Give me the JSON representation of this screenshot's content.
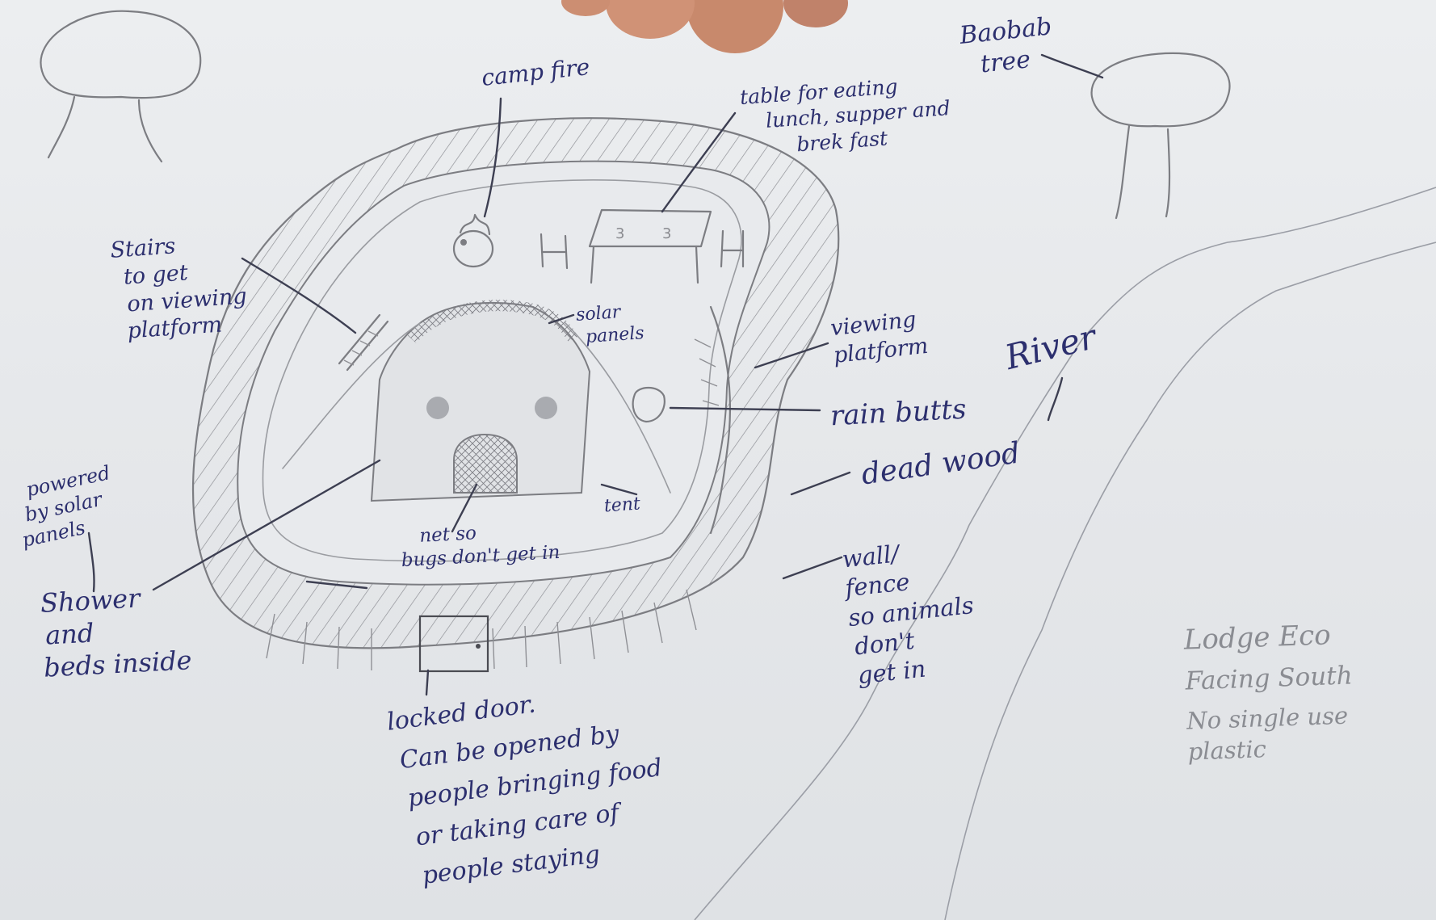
{
  "labels": {
    "campfire": "camp fire",
    "table": [
      "table for eating",
      "lunch, supper and",
      "brek fast"
    ],
    "baobab": [
      "Baobab",
      "tree"
    ],
    "stairs": [
      "Stairs",
      "to get",
      "on viewing",
      "platform"
    ],
    "solar_panels": [
      "solar",
      "panels"
    ],
    "viewing_platform": [
      "viewing",
      "platform"
    ],
    "river": "River",
    "rain_butts": "rain butts",
    "dead_wood": "dead wood",
    "powered": [
      "powered",
      "by solar",
      "panels"
    ],
    "tent": "tent",
    "net": [
      "net so",
      "bugs don't get in"
    ],
    "wall": [
      "wall/",
      "fence",
      "so animals",
      "don't",
      "get in"
    ],
    "shower": [
      "Shower",
      "and",
      "beds inside"
    ],
    "locked_door": [
      "locked door.",
      "Can be opened by",
      "people bringing food",
      "or taking care of",
      "people staying"
    ],
    "notes": [
      "Lodge Eco",
      "Facing South",
      "No single use",
      "plastic"
    ]
  },
  "colors": {
    "ink": "#2c2f6e",
    "pencil": "#7c7d82",
    "paper": "#e6e8ea",
    "finger": "#c98a6e"
  }
}
